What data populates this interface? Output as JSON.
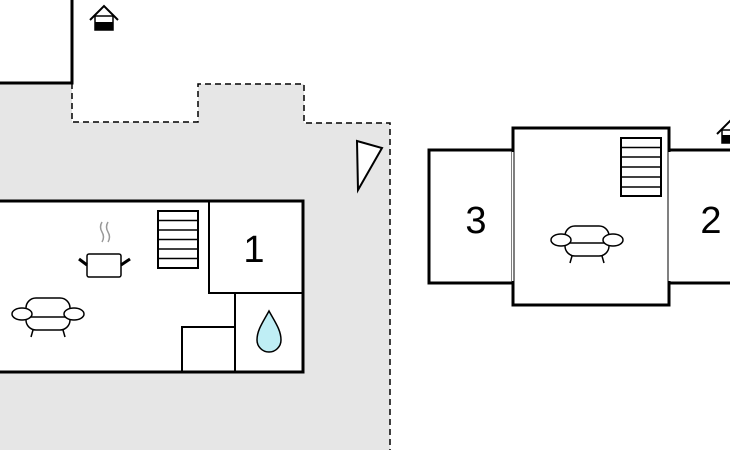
{
  "rooms": {
    "room_1": "1",
    "room_2": "2",
    "room_3": "3"
  },
  "colors": {
    "terrace": "#e6e6e6",
    "water": "#bfeef5",
    "wall": "#000000"
  },
  "icons": [
    "house-entrance-icon",
    "stairs-icon",
    "cooking-pot-icon",
    "sofa-icon",
    "water-drop-icon",
    "sunshade-icon"
  ]
}
